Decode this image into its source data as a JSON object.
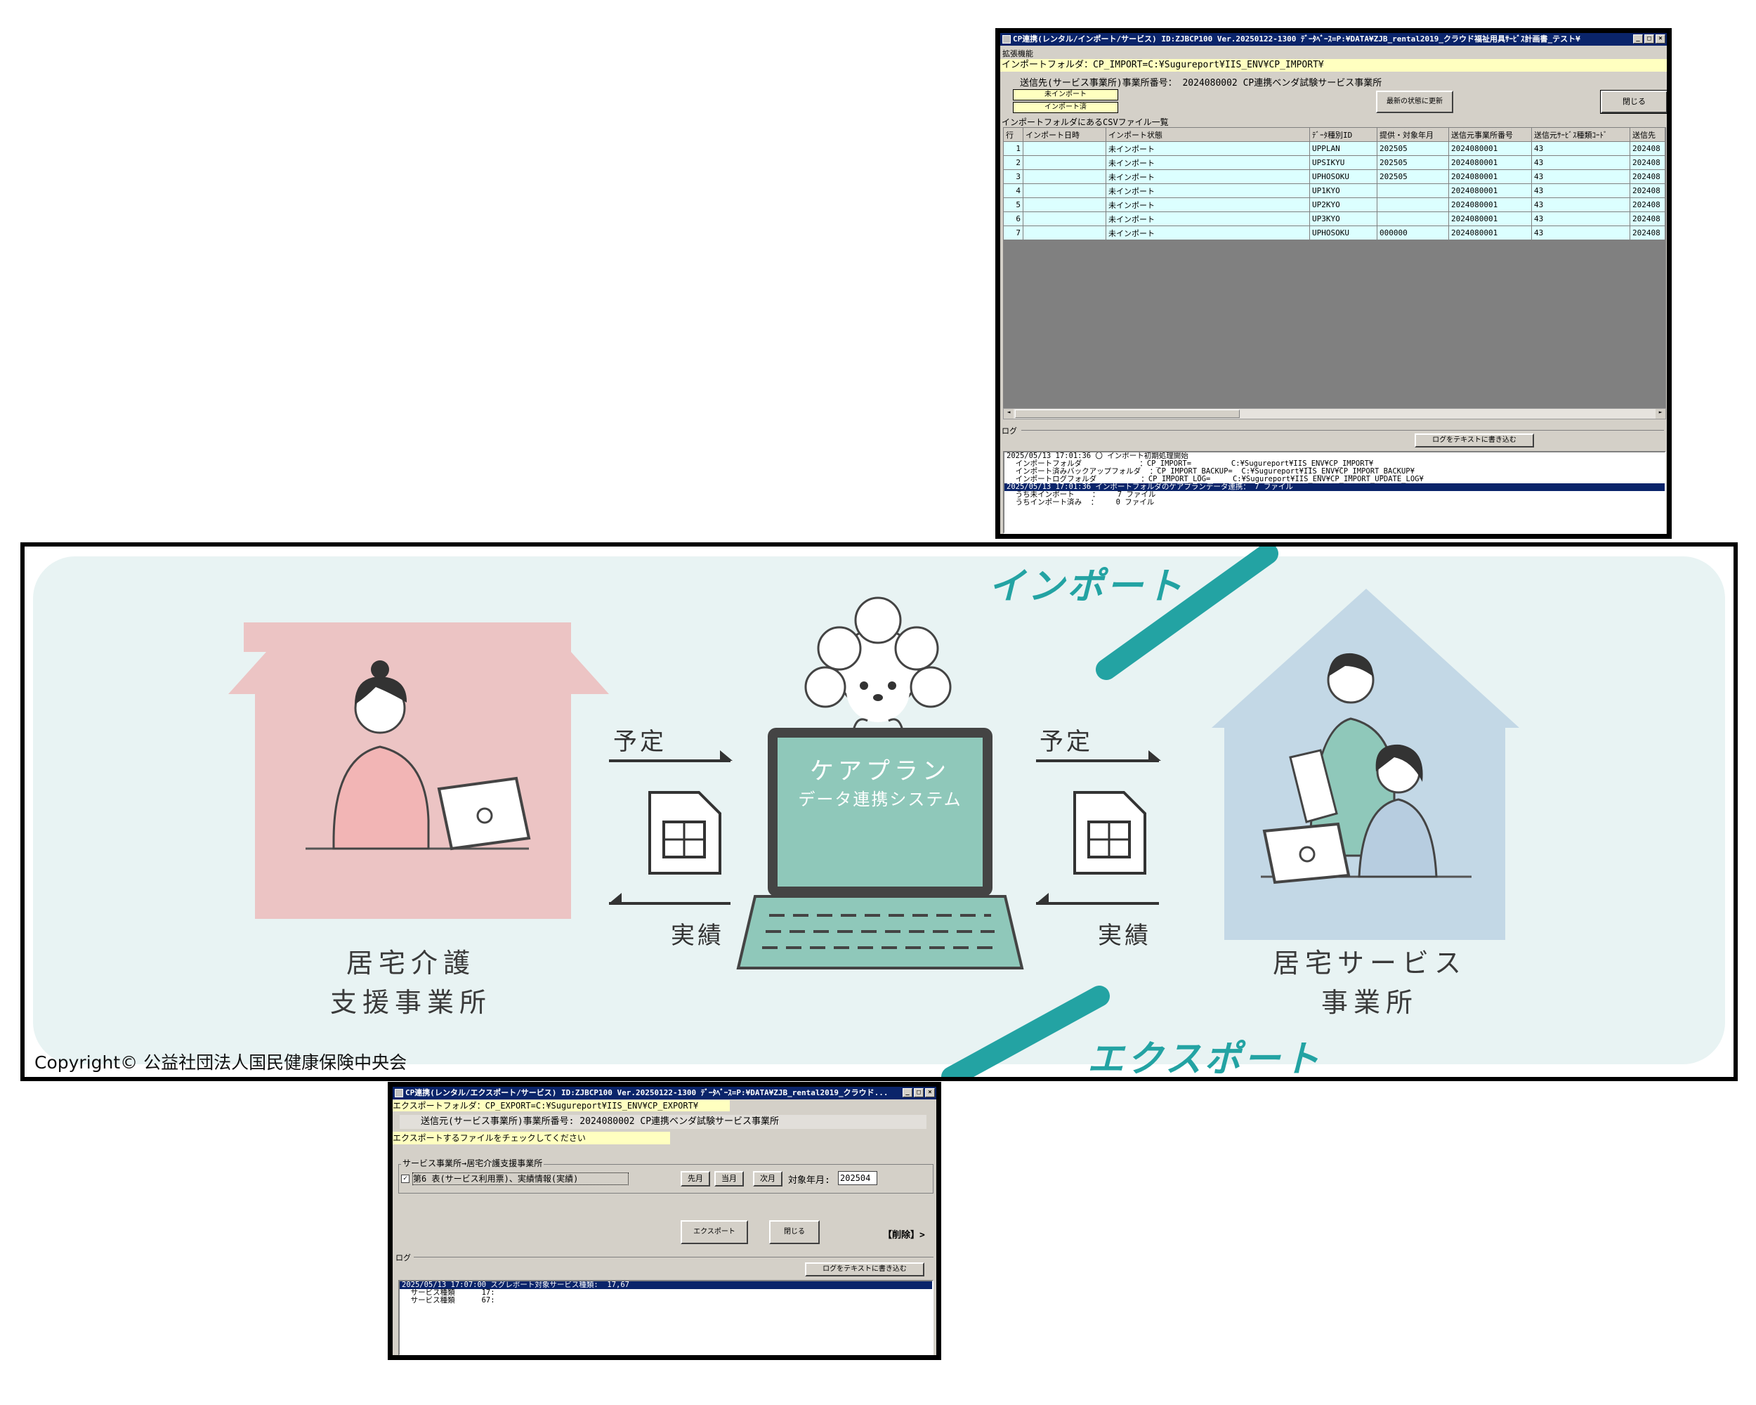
{
  "diagram": {
    "left_office": [
      "居宅介護",
      "支援事業所"
    ],
    "right_office": [
      "居宅サービス",
      "事業所"
    ],
    "plan_label": "予定",
    "result_label": "実績",
    "laptop_title": "ケアプラン",
    "laptop_subtitle": "データ連携システム",
    "import_label": "インポート",
    "export_label": "エクスポート",
    "copyright": "Copyright© 公益社団法人国民健康保険中央会",
    "colors": {
      "teal": "#23a3a3",
      "pink": "#ecc4c4",
      "blue": "#c3d8e6",
      "laptop": "#8fc8ba",
      "bg": "#e8f3f3"
    }
  },
  "import_window": {
    "title": "CP連携(レンタル/インポート/サービス)  ID:ZJBCP100 Ver.20250122-1300 ﾃﾞｰﾀﾍﾞｰｽ=P:¥DATA¥ZJB_rental2019_クラウド福祉用具ｻｰﾋﾞｽ計画書_テスト¥",
    "menu": "拡張機能",
    "folder": "インポートフォルダ：CP_IMPORT=C:¥Sugureport¥IIS_ENV¥CP_IMPORT¥",
    "sender": "送信先(サービス事業所)事業所番号： 2024080002 CP連携ベンダ試験サービス事業所",
    "legend_not_imported": "未インポート",
    "legend_imported": "インポート済",
    "refresh_button": "最新の状態に更新",
    "close_button": "閉じる",
    "list_caption": "インポートフォルダにあるCSVファイル一覧",
    "columns": [
      "行",
      "インポート日時",
      "インポート状態",
      "ﾃﾞｰﾀ種別ID",
      "提供・対象年月",
      "送信元事業所番号",
      "送信元ｻｰﾋﾞｽ種類ｺｰﾄﾞ",
      "送信先"
    ],
    "rows": [
      [
        "1",
        "",
        "未インポート",
        "UPPLAN",
        "202505",
        "2024080001",
        "43",
        "202408"
      ],
      [
        "2",
        "",
        "未インポート",
        "UPSIKYU",
        "202505",
        "2024080001",
        "43",
        "202408"
      ],
      [
        "3",
        "",
        "未インポート",
        "UPHOSOKU",
        "202505",
        "2024080001",
        "43",
        "202408"
      ],
      [
        "4",
        "",
        "未インポート",
        "UP1KYO",
        "",
        "2024080001",
        "43",
        "202408"
      ],
      [
        "5",
        "",
        "未インポート",
        "UP2KYO",
        "",
        "2024080001",
        "43",
        "202408"
      ],
      [
        "6",
        "",
        "未インポート",
        "UP3KYO",
        "",
        "2024080001",
        "43",
        "202408"
      ],
      [
        "7",
        "",
        "未インポート",
        "UPHOSOKU",
        "000000",
        "2024080001",
        "43",
        "202408"
      ]
    ],
    "log_caption": "ログ",
    "log_write_button": "ログをテキストに書き込む",
    "log_lines": [
      "2025/05/13 17:01:36 〇 インポート初期処理開始",
      "  インポートフォルダ             ：CP_IMPORT=         C:¥Sugureport¥IIS_ENV¥CP_IMPORT¥",
      "  インポート済みバックアップフォルダ  ：CP_IMPORT_BACKUP=  C:¥Sugureport¥IIS_ENV¥CP_IMPORT_BACKUP¥",
      "  インポートログフォルダ          ：CP_IMPORT_LOG=     C:¥Sugureport¥IIS_ENV¥CP_IMPORT_UPDATE_LOG¥",
      "2025/05/13 17:01:36 インポートフォルダのケアプランデータ連携： 7 ファイル",
      "  うち未インポート    ：    7 ファイル",
      "  うちインポート済み  ：    0 ファイル"
    ]
  },
  "export_window": {
    "title": "CP連携(レンタル/エクスポート/サービス)  ID:ZJBCP100 Ver.20250122-1300 ﾃﾞｰﾀﾍﾞｰｽ=P:¥DATA¥ZJB_rental2019_クラウド...",
    "folder": "エクスポートフォルダ：CP_EXPORT=C:¥Sugureport¥IIS_ENV¥CP_EXPORT¥",
    "sender": "送信元(サービス事業所)事業所番号: 2024080002 CP連携ベンダ試験サービス事業所",
    "instruction": "エクスポートするファイルをチェックしてください",
    "group_caption": "サービス事業所→居宅介護支援事業所",
    "check_label": "第6 表(サービス利用票)、実績情報(実績)",
    "prev_month": "先月",
    "this_month": "当月",
    "next_month": "次月",
    "target_label": "対象年月:",
    "target_value": "202504",
    "export_button": "エクスポート",
    "close_button": "閉じる",
    "delete_button": "【削除】>",
    "log_caption": "ログ",
    "log_write_button": "ログをテキストに書き込む",
    "log_lines": [
      "2025/05/13 17:07:00 スグレポート対象サービス種類:  17,67",
      "  サービス種類      17:",
      "  サービス種類      67:"
    ]
  }
}
